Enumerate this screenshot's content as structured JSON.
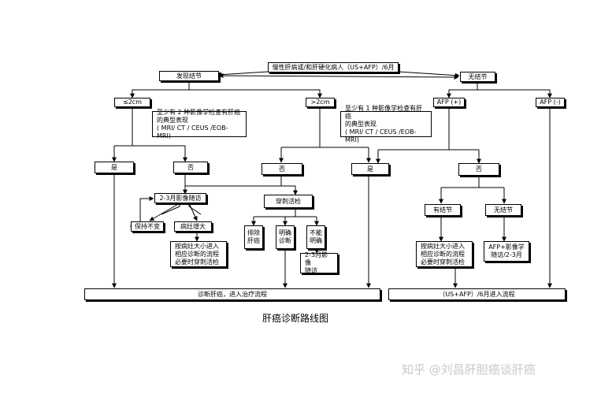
{
  "nodes": {
    "top": "慢性肝病或/和肝硬化病人（US+AFP）/6月",
    "found": "发现结节",
    "nonodule": "无结节",
    "le2": "≤2cm",
    "gt2": ">2cm",
    "afppos": "AFP (+)",
    "afpneg": "AFP (-)",
    "note_le2": "至少有 2 种影像学检查有肝癌\n的典型表现\n( MRI/ CT / CEUS /EOB-MRI)",
    "note_gt2": "至少有 1 种影像学检查有肝癌\n的典型表现\n( MRI/ CT / CEUS /EOB-MRI)",
    "yes1": "是",
    "no1": "否",
    "no2": "否",
    "yes2": "是",
    "no3": "否",
    "follow": "2-3月影像随访",
    "biopsy": "穿刺活检",
    "keep": "保持不变",
    "grow": "病灶增大",
    "exclude": "排除\n肝癌",
    "confirm": "明确\n诊断",
    "unclear": "不能\n明确",
    "treat_size": "按病灶大小进入\n相应诊断的流程\n必要时穿刺活检",
    "follow2": "2-3月影像\n随访",
    "has_nodule": "有结节",
    "no_nodule2": "无结节",
    "treat_size2": "按病灶大小进入\n相应诊断的流程\n必要时穿刺活检",
    "afp_follow": "AFP+影像学\n随访/2-3月",
    "diag_bar": "诊断肝癌，进入治疗流程",
    "us_bar": "（US+AFP）/6月进入流程"
  },
  "caption": "肝癌诊断路线图",
  "watermark": "知乎 @刘昌肝胆癌谈肝癌"
}
